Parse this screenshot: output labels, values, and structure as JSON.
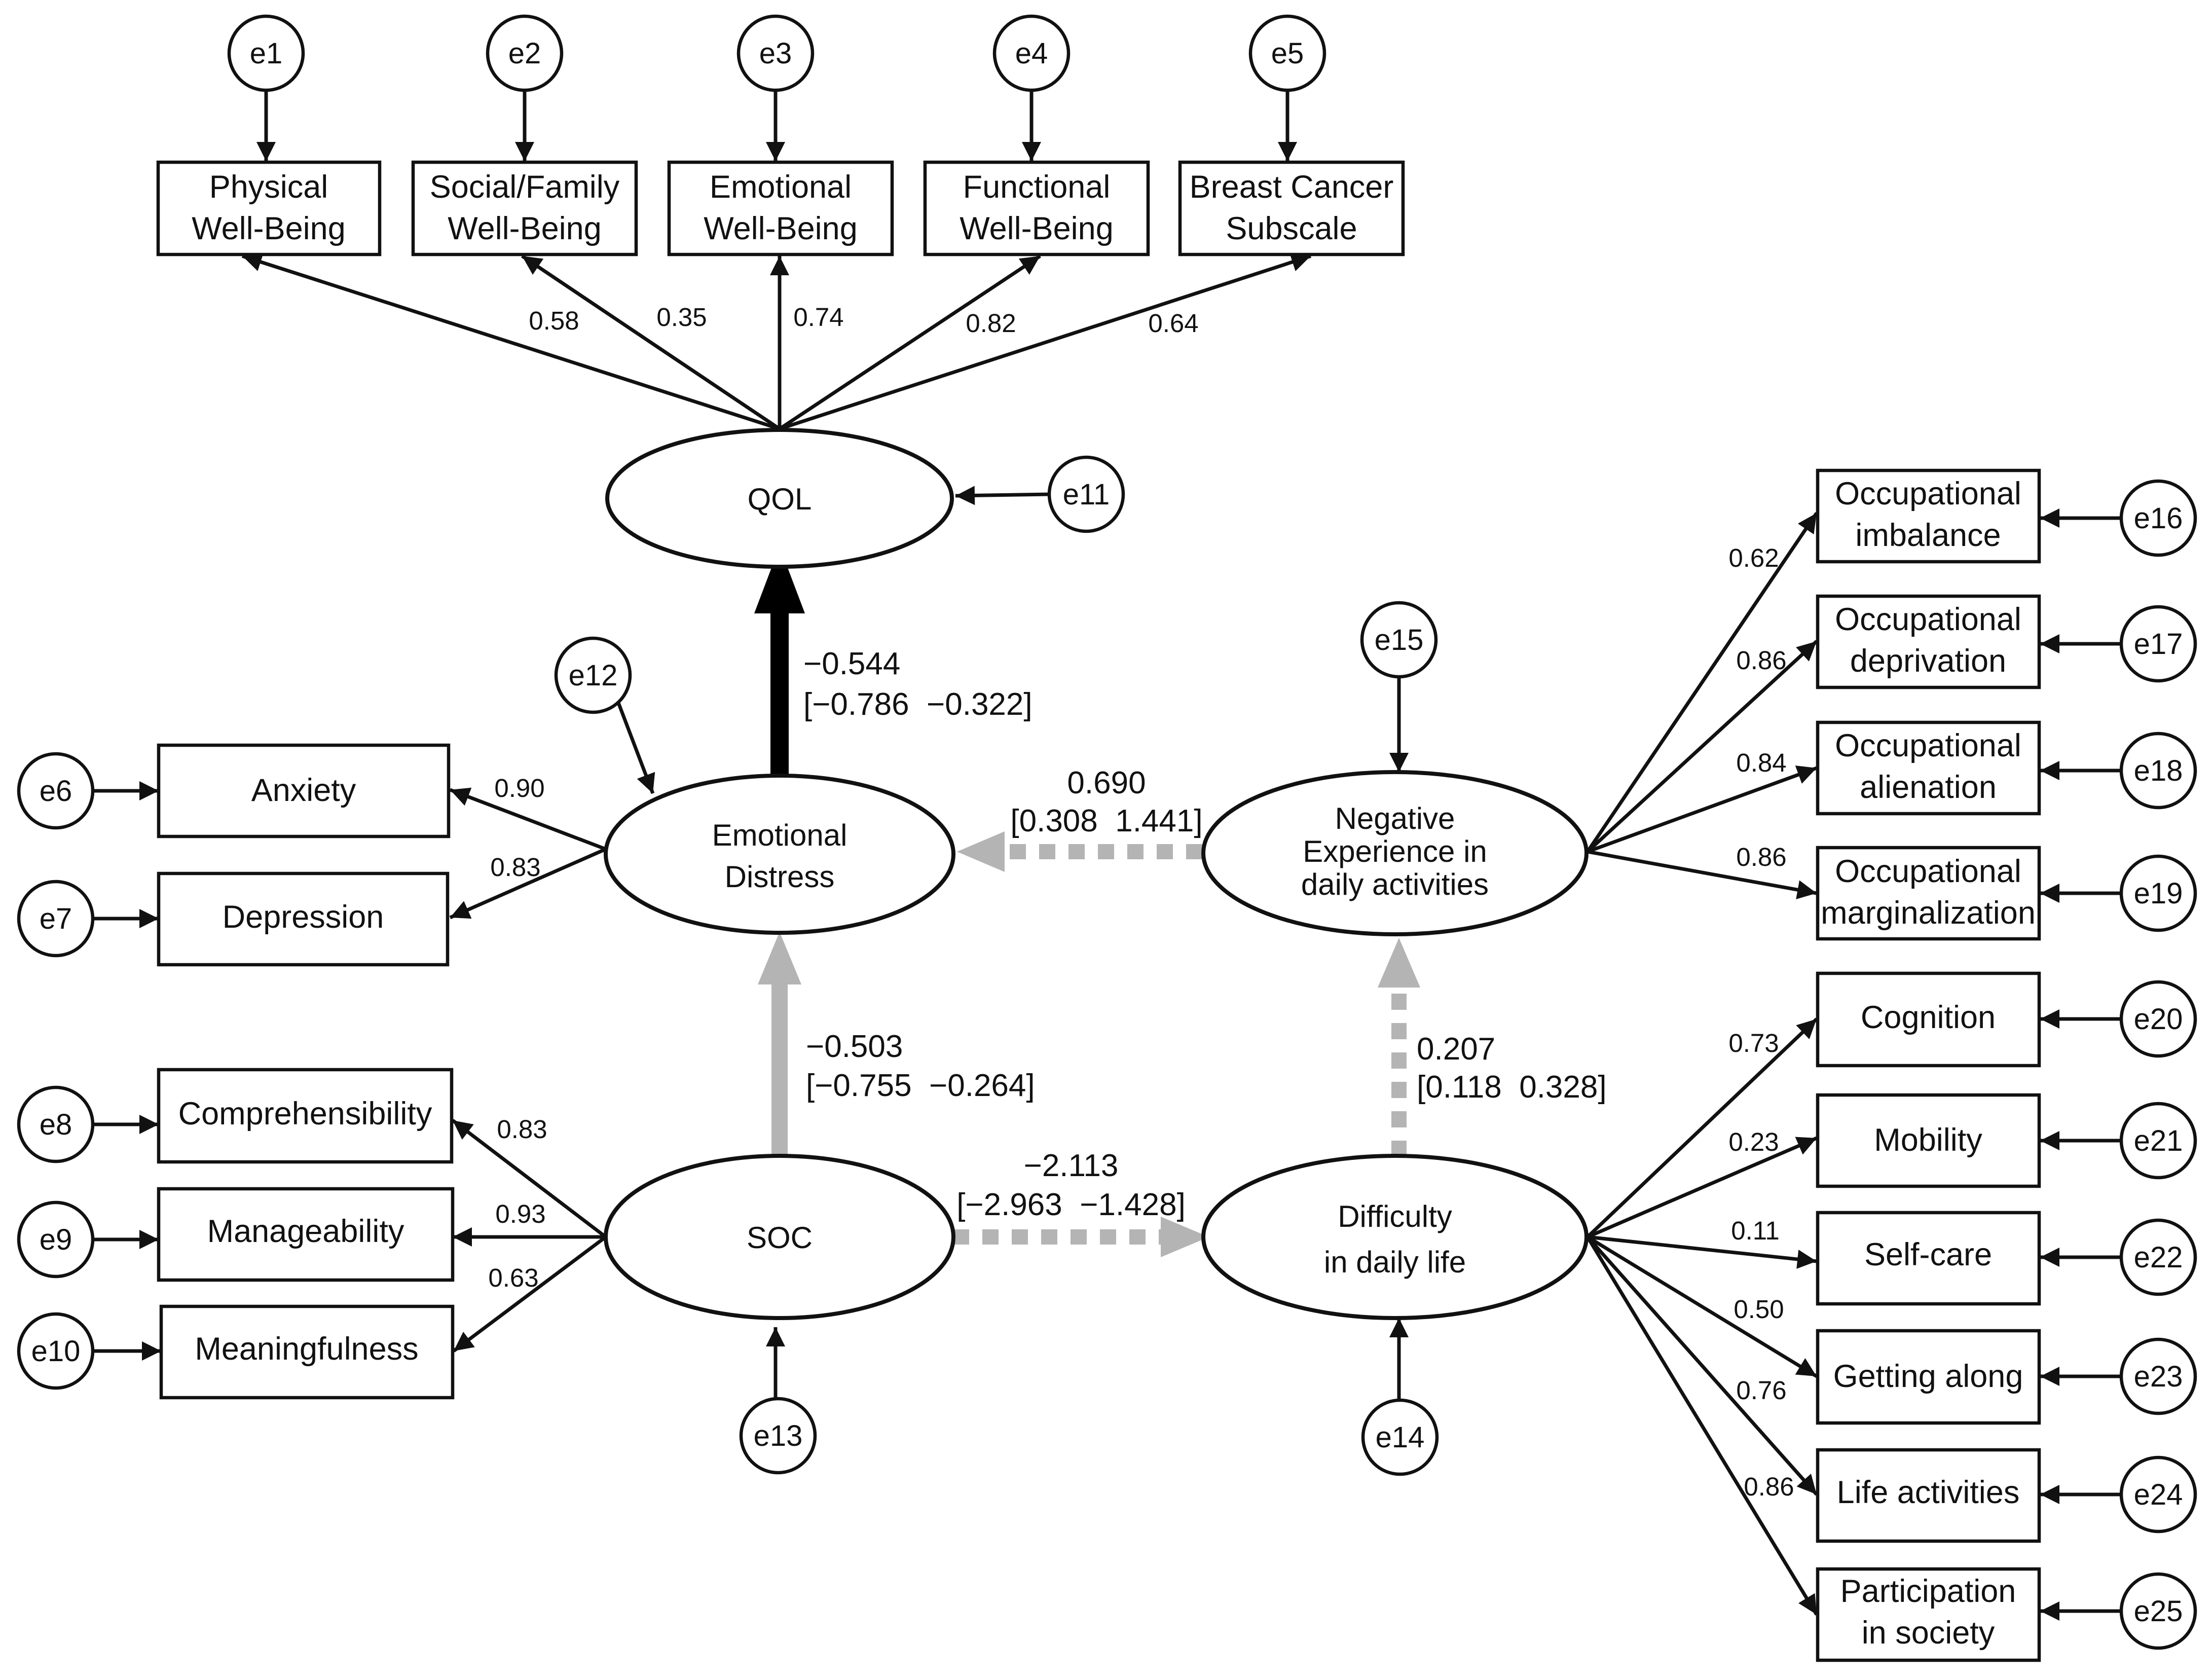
{
  "colors": {
    "line": "#111111",
    "significant_path": "#000000",
    "nonsignificant_path": "#b4b4b4"
  },
  "errors": {
    "e1": "e1",
    "e2": "e2",
    "e3": "e3",
    "e4": "e4",
    "e5": "e5",
    "e6": "e6",
    "e7": "e7",
    "e8": "e8",
    "e9": "e9",
    "e10": "e10",
    "e11": "e11",
    "e12": "e12",
    "e13": "e13",
    "e14": "e14",
    "e15": "e15",
    "e16": "e16",
    "e17": "e17",
    "e18": "e18",
    "e19": "e19",
    "e20": "e20",
    "e21": "e21",
    "e22": "e22",
    "e23": "e23",
    "e24": "e24",
    "e25": "e25"
  },
  "latents": {
    "qol": "QOL",
    "emotional_distress": [
      "Emotional",
      "Distress"
    ],
    "soc": "SOC",
    "negative_experience": [
      "Negative",
      "Experience in",
      "daily activities"
    ],
    "difficulty": [
      "Difficulty",
      "in daily life"
    ]
  },
  "indicators": {
    "physical": [
      "Physical",
      "Well-Being"
    ],
    "social_family": [
      "Social/Family",
      "Well-Being"
    ],
    "emotional": [
      "Emotional",
      "Well-Being"
    ],
    "functional": [
      "Functional",
      "Well-Being"
    ],
    "breast_cancer": [
      "Breast Cancer",
      "Subscale"
    ],
    "anxiety": "Anxiety",
    "depression": "Depression",
    "comprehensibility": "Comprehensibility",
    "manageability": "Manageability",
    "meaningfulness": "Meaningfulness",
    "occ_imbalance": [
      "Occupational",
      "imbalance"
    ],
    "occ_deprivation": [
      "Occupational",
      "deprivation"
    ],
    "occ_alienation": [
      "Occupational",
      "alienation"
    ],
    "occ_marginalization": [
      "Occupational",
      "marginalization"
    ],
    "cognition": "Cognition",
    "mobility": "Mobility",
    "self_care": "Self-care",
    "getting_along": "Getting along",
    "life_activities": "Life activities",
    "participation": [
      "Participation",
      "in society"
    ]
  },
  "loadings": {
    "physical": "0.58",
    "social_family": "0.35",
    "emotional": "0.74",
    "functional": "0.82",
    "breast_cancer": "0.64",
    "anxiety": "0.90",
    "depression": "0.83",
    "comprehensibility": "0.83",
    "manageability": "0.93",
    "meaningfulness": "0.63",
    "occ_imbalance": "0.62",
    "occ_deprivation": "0.86",
    "occ_alienation": "0.84",
    "occ_marginalization": "0.86",
    "cognition": "0.73",
    "mobility": "0.23",
    "self_care": "0.11",
    "getting_along": "0.50",
    "life_activities": "0.76",
    "participation": "0.86"
  },
  "paths": {
    "ed_to_qol": {
      "coef": "−0.544",
      "ci": "[−0.786  −0.322]"
    },
    "soc_to_ed": {
      "coef": "−0.503",
      "ci": "[−0.755  −0.264]"
    },
    "neg_to_ed": {
      "coef": "0.690",
      "ci": "[0.308  1.441]"
    },
    "soc_to_diff": {
      "coef": "−2.113",
      "ci": "[−2.963  −1.428]"
    },
    "diff_to_neg": {
      "coef": "0.207",
      "ci": "[0.118  0.328]"
    }
  }
}
